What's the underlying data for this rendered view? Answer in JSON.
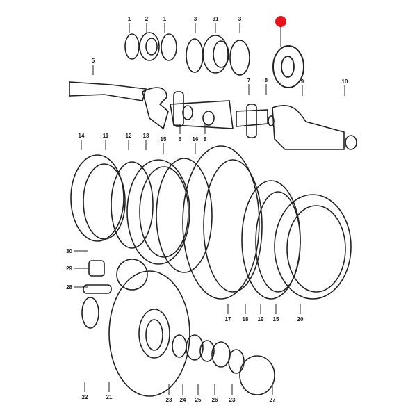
{
  "diagram": {
    "type": "exploded-parts-diagram",
    "marker_color": "#e8141c",
    "line_color": "#222222",
    "labels": [
      {
        "id": "1a",
        "text": "1"
      },
      {
        "id": "2",
        "text": "2"
      },
      {
        "id": "1b",
        "text": "1"
      },
      {
        "id": "3a",
        "text": "3"
      },
      {
        "id": "31",
        "text": "31"
      },
      {
        "id": "3b",
        "text": "3"
      },
      {
        "id": "5",
        "text": "5"
      },
      {
        "id": "7",
        "text": "7"
      },
      {
        "id": "8a",
        "text": "8"
      },
      {
        "id": "9",
        "text": "9"
      },
      {
        "id": "10",
        "text": "10"
      },
      {
        "id": "6",
        "text": "6"
      },
      {
        "id": "8b",
        "text": "8"
      },
      {
        "id": "14",
        "text": "14"
      },
      {
        "id": "11",
        "text": "11"
      },
      {
        "id": "12",
        "text": "12"
      },
      {
        "id": "13",
        "text": "13"
      },
      {
        "id": "15a",
        "text": "15"
      },
      {
        "id": "16",
        "text": "16"
      },
      {
        "id": "30",
        "text": "30"
      },
      {
        "id": "29",
        "text": "29"
      },
      {
        "id": "28",
        "text": "28"
      },
      {
        "id": "17",
        "text": "17"
      },
      {
        "id": "18",
        "text": "18"
      },
      {
        "id": "19",
        "text": "19"
      },
      {
        "id": "15b",
        "text": "15"
      },
      {
        "id": "20",
        "text": "20"
      },
      {
        "id": "22",
        "text": "22"
      },
      {
        "id": "21",
        "text": "21"
      },
      {
        "id": "23a",
        "text": "23"
      },
      {
        "id": "24",
        "text": "24"
      },
      {
        "id": "25",
        "text": "25"
      },
      {
        "id": "26",
        "text": "26"
      },
      {
        "id": "23b",
        "text": "23"
      },
      {
        "id": "27",
        "text": "27"
      }
    ]
  }
}
